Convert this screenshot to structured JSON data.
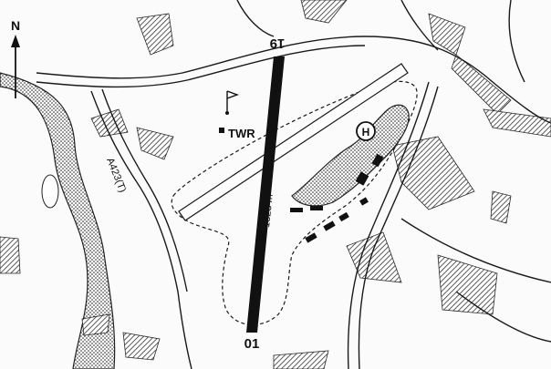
{
  "north": {
    "label": "N"
  },
  "runway": {
    "north_end_label": "19",
    "south_end_label": "01",
    "length_label": "1823 m"
  },
  "tower": {
    "label": "TWR"
  },
  "heliport": {
    "label": "H"
  },
  "road": {
    "label": "A423(T)"
  }
}
